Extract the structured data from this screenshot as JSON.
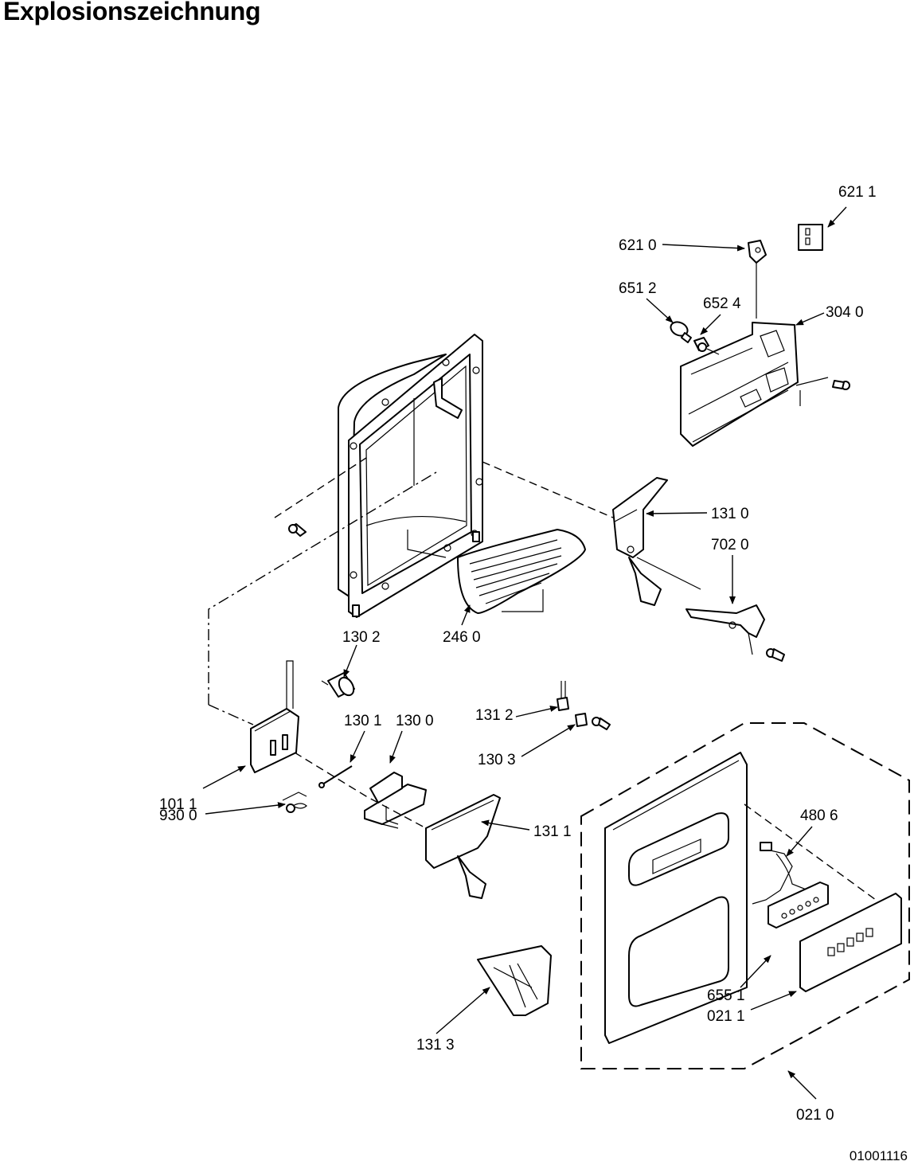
{
  "title": "Explosionszeichnung",
  "document_number": "01001116",
  "callouts": [
    {
      "id": "p6211",
      "text": "621  1"
    },
    {
      "id": "p6210",
      "text": "621 0"
    },
    {
      "id": "p6512",
      "text": "651 2"
    },
    {
      "id": "p6524",
      "text": "652 4"
    },
    {
      "id": "p3040",
      "text": "304 0"
    },
    {
      "id": "p1310",
      "text": "131 0"
    },
    {
      "id": "p7020",
      "text": "702 0"
    },
    {
      "id": "p1302",
      "text": "130 2"
    },
    {
      "id": "p2460",
      "text": "246 0"
    },
    {
      "id": "p1312",
      "text": "131 2"
    },
    {
      "id": "p1303",
      "text": "130 3"
    },
    {
      "id": "p1301",
      "text": "130 1"
    },
    {
      "id": "p1300",
      "text": "130 0"
    },
    {
      "id": "p1011",
      "text": "101 1"
    },
    {
      "id": "p9300",
      "text": "930 0"
    },
    {
      "id": "p1311",
      "text": "131 1"
    },
    {
      "id": "p4806",
      "text": "480 6"
    },
    {
      "id": "p6551",
      "text": "655 1"
    },
    {
      "id": "p0211",
      "text": "021 1"
    },
    {
      "id": "p1313",
      "text": "131 3"
    },
    {
      "id": "p0210",
      "text": "021 0"
    }
  ]
}
